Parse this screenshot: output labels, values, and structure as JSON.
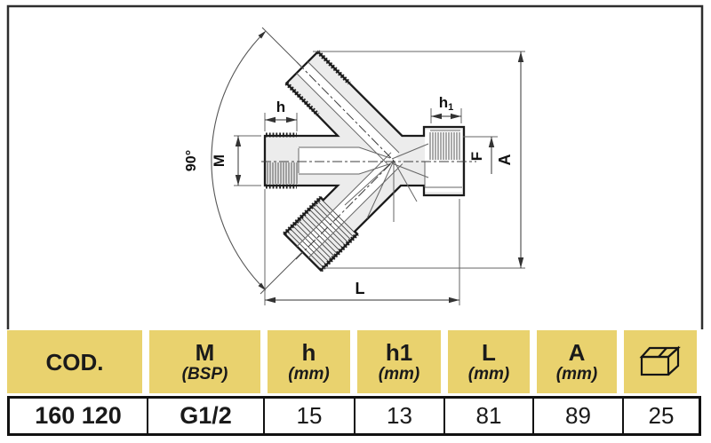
{
  "drawing": {
    "angle_label": "90°",
    "dim_labels": {
      "h": "h",
      "h1_base": "h",
      "h1_sub": "1",
      "M": "M",
      "F": "F",
      "A": "A",
      "L": "L"
    }
  },
  "table": {
    "headers": [
      {
        "label": "COD.",
        "sub": ""
      },
      {
        "label": "M",
        "sub": "(BSP)"
      },
      {
        "label": "h",
        "sub": "(mm)"
      },
      {
        "label": "h1",
        "sub": "(mm)"
      },
      {
        "label": "L",
        "sub": "(mm)"
      },
      {
        "label": "A",
        "sub": "(mm)"
      },
      {
        "label": "",
        "sub": "",
        "icon": "package-box-icon"
      }
    ],
    "cells": [
      "160 120",
      "G1/2",
      "15",
      "13",
      "81",
      "89",
      "25"
    ]
  },
  "colors": {
    "header_bg": "#e9d26e",
    "line": "#1b1b1b",
    "thin_line": "#666666"
  }
}
